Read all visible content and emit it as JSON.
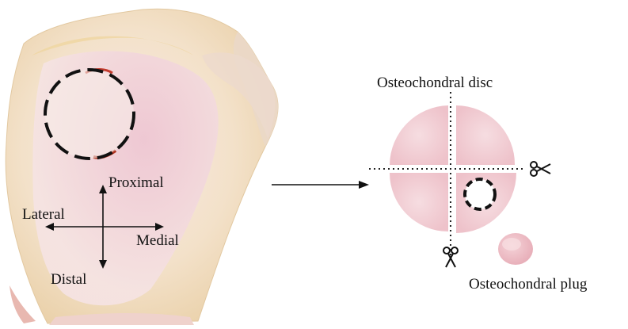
{
  "figure": {
    "orientation_labels": {
      "proximal": "Proximal",
      "lateral": "Lateral",
      "medial": "Medial",
      "distal": "Distal"
    },
    "disc_label": "Osteochondral disc",
    "plug_label": "Osteochondral plug",
    "icons": [
      "scissors-icon",
      "scissors-icon"
    ],
    "colors": {
      "tissue_outer": "#f1e2c4",
      "tissue_pink": "#f0d3d9",
      "cartilage": "#f6e8ea",
      "disc_pink": "#f2d2d8",
      "marking_red": "#c33a2c",
      "outline": "#111111"
    }
  }
}
